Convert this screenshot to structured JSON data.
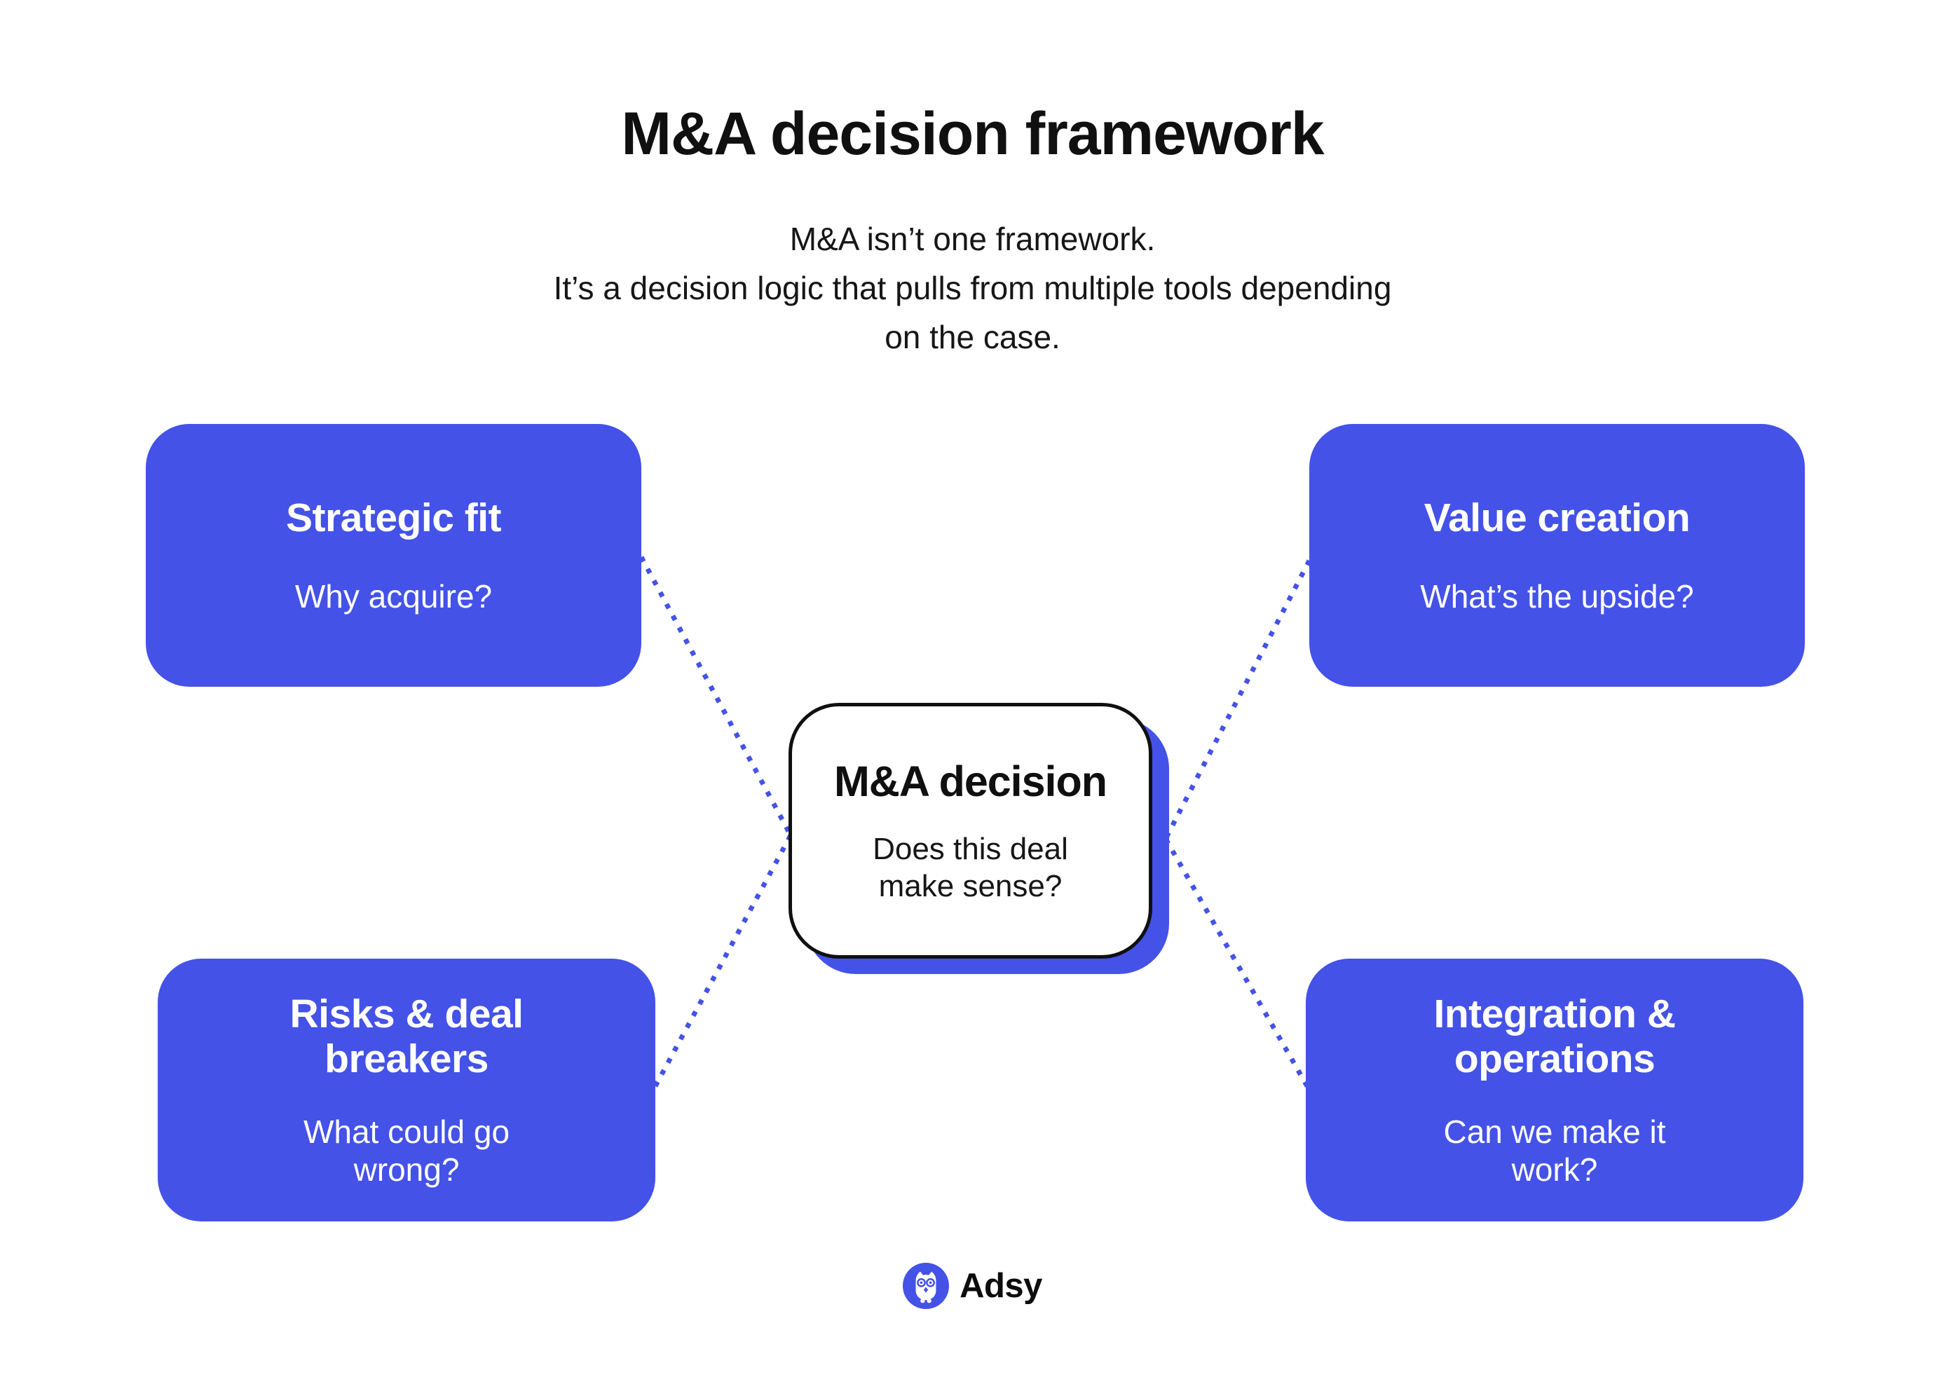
{
  "header": {
    "title": "M&A decision framework",
    "subtitle_lines": [
      "M&A isn’t one framework.",
      "It’s a decision logic that pulls from multiple tools depending",
      "on the case."
    ]
  },
  "nodes": {
    "strategic_fit": {
      "title_lines": [
        "Strategic fit"
      ],
      "subtitle_lines": [
        "Why acquire?"
      ]
    },
    "value_creation": {
      "title_lines": [
        "Value creation"
      ],
      "subtitle_lines": [
        "What’s the upside?"
      ]
    },
    "risks_deal_breakers": {
      "title_lines": [
        "Risks & deal",
        "breakers"
      ],
      "subtitle_lines": [
        "What could go",
        "wrong?"
      ]
    },
    "integration_operations": {
      "title_lines": [
        "Integration &",
        "operations"
      ],
      "subtitle_lines": [
        "Can we make it",
        "work?"
      ]
    }
  },
  "center": {
    "title": "M&A decision",
    "subtitle_lines": [
      "Does this deal",
      "make sense?"
    ]
  },
  "footer": {
    "brand": "Adsy",
    "logo_icon": "owl-icon"
  },
  "colors": {
    "primary_blue": "#4452E8",
    "text_dark": "#101010",
    "node_text": "#FFFFFF",
    "background": "#FFFFFF"
  }
}
